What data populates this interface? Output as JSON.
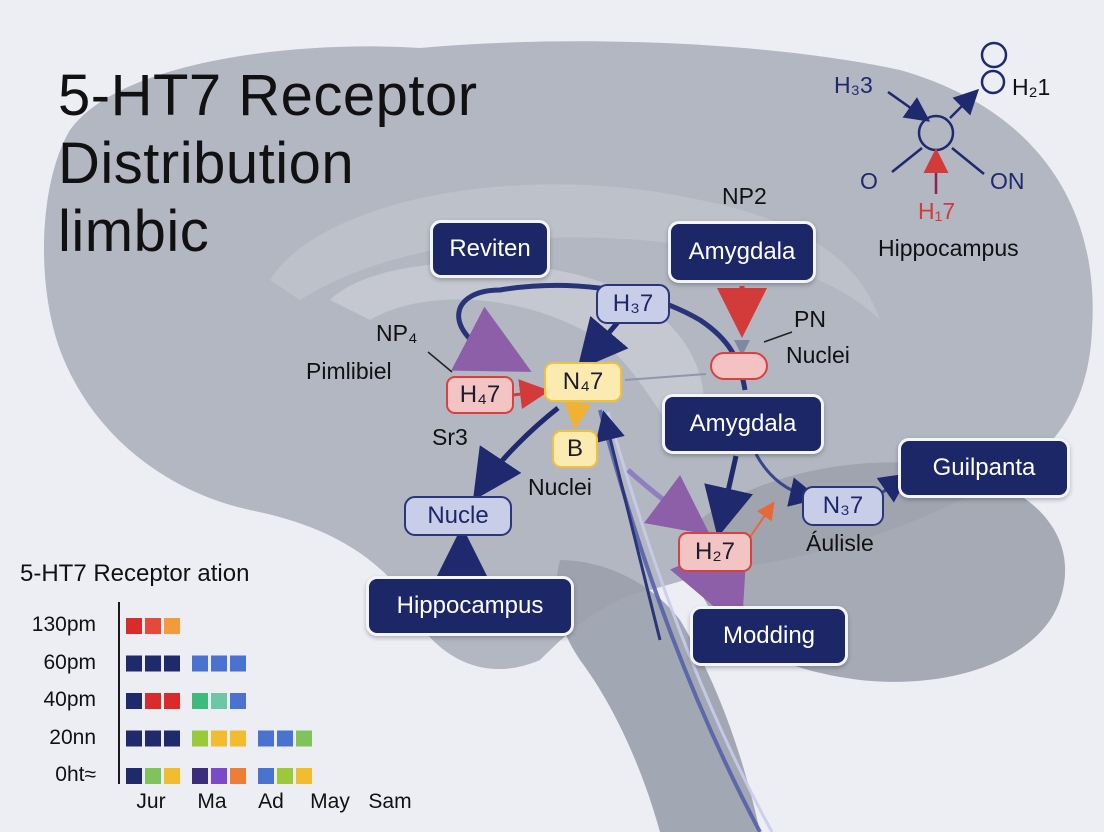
{
  "title": {
    "line1": "5-HT7 Receptor",
    "line2": "Distribution",
    "line3": "limbic"
  },
  "molecule": {
    "top_left": "H₃3",
    "top_right": "H₂1",
    "left": "O",
    "right": "ON",
    "bottom": "H₁7",
    "bottom_caption": "Hippocampus"
  },
  "diagram": {
    "boxes": {
      "reviten": "Reviten",
      "amygdala_top": "Amygdala",
      "h3_7": "H₃7",
      "n4_7": "N₄7",
      "h4_7": "H₄7",
      "b": "B",
      "amygdala_mid": "Amygdala",
      "nucle": "Nucle",
      "hippocampus": "Hippocampus",
      "h2_7": "H₂7",
      "n3_7": "N₃7",
      "guilpanta": "Guilpanta",
      "modding": "Modding"
    },
    "labels": {
      "np2": "NP2",
      "np4": "NP₄",
      "pimlibiel": "Pimlibiel",
      "sr3": "Sr3",
      "nuclei_mid": "Nuclei",
      "pn": "PN",
      "nuclei_right": "Nuclei",
      "aulisle": "Áulisle"
    }
  },
  "chart_data": {
    "type": "bar",
    "title": "5-HT7 Receptor ation",
    "y_ticks": [
      "130pm",
      "60pm",
      "40pm",
      "20nn",
      "0ht≈"
    ],
    "categories": [
      "Jur",
      "Ma",
      "Ad",
      "May",
      "Sam"
    ],
    "rows": [
      {
        "label": "130pm",
        "groups": [
          [
            "#d92b2b",
            "#e4493b",
            "#f39a3a"
          ]
        ]
      },
      {
        "label": "60pm",
        "groups": [
          [
            "#1e2a6c",
            "#1e2a6c",
            "#1e2a6c"
          ],
          [
            "#4a73d1",
            "#4a73d1",
            "#4a73d1"
          ]
        ]
      },
      {
        "label": "40pm",
        "groups": [
          [
            "#1e2a6c",
            "#d92b2b",
            "#d92b2b"
          ],
          [
            "#3fba7e",
            "#6ec6a6",
            "#4a73d1"
          ]
        ]
      },
      {
        "label": "20nn",
        "groups": [
          [
            "#1e2a6c",
            "#1e2a6c",
            "#1e2a6c"
          ],
          [
            "#9bc93a",
            "#f2bc2f",
            "#f2bc2f"
          ],
          [
            "#4a73d1",
            "#4a73d1",
            "#7fc45a"
          ]
        ]
      },
      {
        "label": "0ht≈",
        "groups": [
          [
            "#1e2a6c",
            "#7fc45a",
            "#f2bc2f"
          ],
          [
            "#3b2d7c",
            "#7c4ac8",
            "#ee7e35"
          ],
          [
            "#4a73d1",
            "#9bc93a",
            "#f2bc2f"
          ]
        ]
      }
    ],
    "grid": false,
    "legend": "none"
  }
}
